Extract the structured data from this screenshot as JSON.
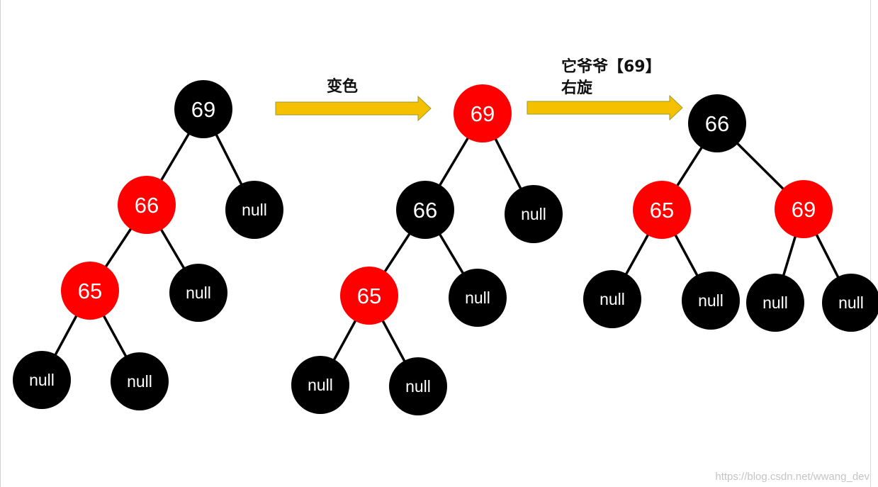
{
  "colors": {
    "black_node": "#000000",
    "red_node": "#ff0000",
    "edge": "#000000",
    "arrow_fill": "#f5c000",
    "arrow_stroke": "#9a9a30"
  },
  "steps": [
    {
      "label": "变色"
    },
    {
      "label_line1": "它爷爷【69】",
      "label_line2": "右旋"
    }
  ],
  "trees": [
    {
      "nodes": [
        {
          "id": "t1-69",
          "label": "69",
          "color": "black"
        },
        {
          "id": "t1-66",
          "label": "66",
          "color": "red"
        },
        {
          "id": "t1-null-r",
          "label": "null",
          "color": "black"
        },
        {
          "id": "t1-65",
          "label": "65",
          "color": "red"
        },
        {
          "id": "t1-null-66r",
          "label": "null",
          "color": "black"
        },
        {
          "id": "t1-null-65l",
          "label": "null",
          "color": "black"
        },
        {
          "id": "t1-null-65r",
          "label": "null",
          "color": "black"
        }
      ]
    },
    {
      "nodes": [
        {
          "id": "t2-69",
          "label": "69",
          "color": "red"
        },
        {
          "id": "t2-66",
          "label": "66",
          "color": "black"
        },
        {
          "id": "t2-null-r",
          "label": "null",
          "color": "black"
        },
        {
          "id": "t2-65",
          "label": "65",
          "color": "red"
        },
        {
          "id": "t2-null-66r",
          "label": "null",
          "color": "black"
        },
        {
          "id": "t2-null-65l",
          "label": "null",
          "color": "black"
        },
        {
          "id": "t2-null-65r",
          "label": "null",
          "color": "black"
        }
      ]
    },
    {
      "nodes": [
        {
          "id": "t3-66",
          "label": "66",
          "color": "black"
        },
        {
          "id": "t3-65",
          "label": "65",
          "color": "red"
        },
        {
          "id": "t3-69",
          "label": "69",
          "color": "red"
        },
        {
          "id": "t3-null-65l",
          "label": "null",
          "color": "black"
        },
        {
          "id": "t3-null-65r",
          "label": "null",
          "color": "black"
        },
        {
          "id": "t3-null-69l",
          "label": "null",
          "color": "black"
        },
        {
          "id": "t3-null-69r",
          "label": "null",
          "color": "black"
        }
      ]
    }
  ],
  "watermark": "https://blog.csdn.net/wwang_dev"
}
